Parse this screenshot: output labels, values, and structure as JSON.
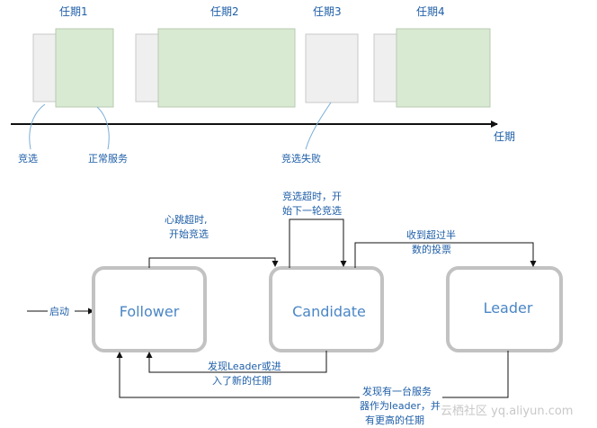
{
  "timeline": {
    "terms": [
      "任期1",
      "任期2",
      "任期3",
      "任期4"
    ],
    "axis_label": "任期",
    "notes": [
      "竞选",
      "正常服务",
      "竞选失败"
    ]
  },
  "states": [
    "Follower",
    "Candidate",
    "Leader"
  ],
  "start_label": "启动",
  "transitions": {
    "follower_to_candidate": [
      "心跳超时,",
      "开始竞选"
    ],
    "candidate_self": [
      "竞选超时，开",
      "始下一轮竞选"
    ],
    "candidate_to_leader": [
      "收到超过半",
      "数的投票"
    ],
    "candidate_to_follower": [
      "发现Leader或进",
      "入了新的任期"
    ],
    "leader_to_follower": [
      "发现有一台服务",
      "器作为leader，并",
      "有更高的任期"
    ]
  },
  "watermark": "云栖社区 yq.aliyun.com",
  "colors": {
    "accent": "#1f5fa8",
    "node_text": "#4a86c5",
    "term_fill": "#d9ead3",
    "election_fill": "#ececec"
  }
}
